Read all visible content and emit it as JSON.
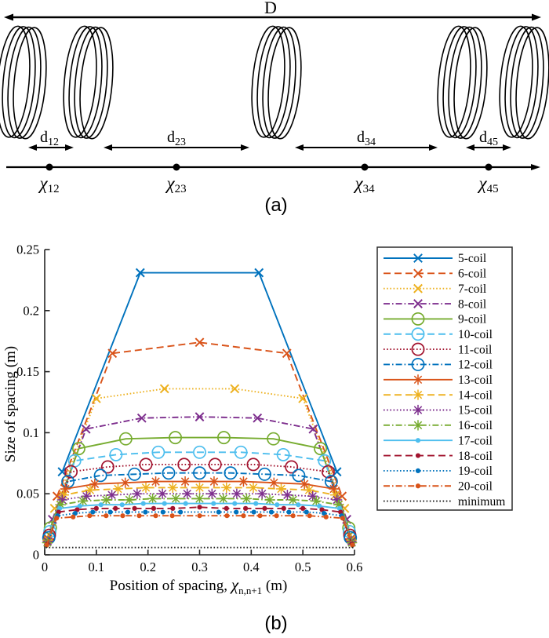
{
  "figure": {
    "panel_a": {
      "label": "(a)",
      "overall_length_label": "D",
      "spacing_arrows": [
        {
          "base": "d",
          "sub": "12"
        },
        {
          "base": "d",
          "sub": "23"
        },
        {
          "base": "d",
          "sub": "34"
        },
        {
          "base": "d",
          "sub": "45"
        }
      ],
      "position_markers": [
        {
          "base": "χ",
          "sub": "12"
        },
        {
          "base": "χ",
          "sub": "23"
        },
        {
          "base": "χ",
          "sub": "34"
        },
        {
          "base": "χ",
          "sub": "45"
        }
      ]
    },
    "panel_b": {
      "label": "(b)",
      "ylabel": "Size of spacing (m)",
      "xlabel_prefix": "Position of spacing, ",
      "xlabel_symbol": "χ",
      "xlabel_subscript": "n,n+1",
      "xlabel_suffix": " (m)"
    }
  },
  "chart_data": {
    "type": "line",
    "title": "",
    "xlabel": "Position of spacing, χ_{n,n+1} (m)",
    "ylabel": "Size of spacing (m)",
    "xlim": [
      0,
      0.6
    ],
    "ylim": [
      0,
      0.25
    ],
    "xticks": [
      0,
      0.1,
      0.2,
      0.3,
      0.4,
      0.5,
      0.6
    ],
    "yticks": [
      0,
      0.05,
      0.1,
      0.15,
      0.2,
      0.25
    ],
    "grid": false,
    "legend_position": "outside right",
    "axis_color": "#262626",
    "series": [
      {
        "name": "5-coil",
        "color": "#0072BD",
        "linestyle": "solid",
        "marker": "x",
        "points": [
          [
            0.034,
            0.068
          ],
          [
            0.185,
            0.231
          ],
          [
            0.415,
            0.231
          ],
          [
            0.566,
            0.068
          ]
        ]
      },
      {
        "name": "6-coil",
        "color": "#D95319",
        "linestyle": "dashed",
        "marker": "x",
        "points": [
          [
            0.024,
            0.048
          ],
          [
            0.131,
            0.165
          ],
          [
            0.3,
            0.174
          ],
          [
            0.469,
            0.165
          ],
          [
            0.576,
            0.048
          ]
        ]
      },
      {
        "name": "7-coil",
        "color": "#EDB120",
        "linestyle": "dotted",
        "marker": "x",
        "points": [
          [
            0.019,
            0.038
          ],
          [
            0.1,
            0.128
          ],
          [
            0.232,
            0.136
          ],
          [
            0.368,
            0.136
          ],
          [
            0.5,
            0.128
          ],
          [
            0.581,
            0.038
          ]
        ]
      },
      {
        "name": "8-coil",
        "color": "#7E2F8E",
        "linestyle": "dashdot",
        "marker": "x",
        "points": [
          [
            0.015,
            0.029
          ],
          [
            0.08,
            0.103
          ],
          [
            0.188,
            0.112
          ],
          [
            0.3,
            0.113
          ],
          [
            0.412,
            0.112
          ],
          [
            0.52,
            0.103
          ],
          [
            0.585,
            0.029
          ]
        ]
      },
      {
        "name": "9-coil",
        "color": "#77AC30",
        "linestyle": "solid",
        "marker": "o",
        "points": [
          [
            0.011,
            0.022
          ],
          [
            0.066,
            0.087
          ],
          [
            0.157,
            0.095
          ],
          [
            0.253,
            0.096
          ],
          [
            0.347,
            0.096
          ],
          [
            0.443,
            0.095
          ],
          [
            0.534,
            0.087
          ],
          [
            0.589,
            0.022
          ]
        ]
      },
      {
        "name": "10-coil",
        "color": "#4DBEEE",
        "linestyle": "dashed",
        "marker": "o",
        "points": [
          [
            0.01,
            0.019
          ],
          [
            0.058,
            0.077
          ],
          [
            0.138,
            0.082
          ],
          [
            0.22,
            0.084
          ],
          [
            0.3,
            0.084
          ],
          [
            0.38,
            0.084
          ],
          [
            0.462,
            0.082
          ],
          [
            0.542,
            0.077
          ],
          [
            0.59,
            0.019
          ]
        ]
      },
      {
        "name": "11-coil",
        "color": "#A2142F",
        "linestyle": "dotted",
        "marker": "o",
        "points": [
          [
            0.009,
            0.016
          ],
          [
            0.051,
            0.068
          ],
          [
            0.122,
            0.072
          ],
          [
            0.196,
            0.074
          ],
          [
            0.27,
            0.074
          ],
          [
            0.33,
            0.074
          ],
          [
            0.404,
            0.074
          ],
          [
            0.478,
            0.072
          ],
          [
            0.549,
            0.068
          ],
          [
            0.591,
            0.016
          ]
        ]
      },
      {
        "name": "12-coil",
        "color": "#0072BD",
        "linestyle": "dashdot",
        "marker": "o",
        "points": [
          [
            0.008,
            0.014
          ],
          [
            0.045,
            0.06
          ],
          [
            0.108,
            0.065
          ],
          [
            0.174,
            0.066
          ],
          [
            0.24,
            0.067
          ],
          [
            0.3,
            0.067
          ],
          [
            0.36,
            0.067
          ],
          [
            0.426,
            0.066
          ],
          [
            0.492,
            0.065
          ],
          [
            0.555,
            0.06
          ],
          [
            0.592,
            0.014
          ]
        ]
      },
      {
        "name": "13-coil",
        "color": "#D95319",
        "linestyle": "solid",
        "marker": "*",
        "points": [
          [
            0.007,
            0.013
          ],
          [
            0.04,
            0.054
          ],
          [
            0.097,
            0.058
          ],
          [
            0.156,
            0.059
          ],
          [
            0.215,
            0.06
          ],
          [
            0.272,
            0.06
          ],
          [
            0.328,
            0.06
          ],
          [
            0.385,
            0.06
          ],
          [
            0.444,
            0.059
          ],
          [
            0.503,
            0.058
          ],
          [
            0.56,
            0.054
          ],
          [
            0.593,
            0.013
          ]
        ]
      },
      {
        "name": "14-coil",
        "color": "#EDB120",
        "linestyle": "dashed",
        "marker": "*",
        "points": [
          [
            0.006,
            0.012
          ],
          [
            0.037,
            0.049
          ],
          [
            0.088,
            0.053
          ],
          [
            0.142,
            0.054
          ],
          [
            0.196,
            0.055
          ],
          [
            0.248,
            0.055
          ],
          [
            0.3,
            0.055
          ],
          [
            0.352,
            0.055
          ],
          [
            0.404,
            0.055
          ],
          [
            0.458,
            0.054
          ],
          [
            0.512,
            0.053
          ],
          [
            0.563,
            0.049
          ],
          [
            0.594,
            0.012
          ]
        ]
      },
      {
        "name": "15-coil",
        "color": "#7E2F8E",
        "linestyle": "dotted",
        "marker": "*",
        "points": [
          [
            0.006,
            0.011
          ],
          [
            0.034,
            0.045
          ],
          [
            0.081,
            0.048
          ],
          [
            0.13,
            0.049
          ],
          [
            0.179,
            0.05
          ],
          [
            0.228,
            0.05
          ],
          [
            0.276,
            0.05
          ],
          [
            0.324,
            0.05
          ],
          [
            0.372,
            0.05
          ],
          [
            0.421,
            0.05
          ],
          [
            0.47,
            0.049
          ],
          [
            0.519,
            0.048
          ],
          [
            0.566,
            0.045
          ],
          [
            0.594,
            0.011
          ]
        ]
      },
      {
        "name": "16-coil",
        "color": "#77AC30",
        "linestyle": "dashdot",
        "marker": "*",
        "points": [
          [
            0.005,
            0.01
          ],
          [
            0.031,
            0.041
          ],
          [
            0.074,
            0.044
          ],
          [
            0.119,
            0.045
          ],
          [
            0.164,
            0.045
          ],
          [
            0.209,
            0.046
          ],
          [
            0.254,
            0.046
          ],
          [
            0.3,
            0.046
          ],
          [
            0.346,
            0.046
          ],
          [
            0.391,
            0.046
          ],
          [
            0.436,
            0.045
          ],
          [
            0.481,
            0.045
          ],
          [
            0.526,
            0.044
          ],
          [
            0.569,
            0.041
          ],
          [
            0.595,
            0.01
          ]
        ]
      },
      {
        "name": "17-coil",
        "color": "#4DBEEE",
        "linestyle": "solid",
        "marker": ".",
        "points": [
          [
            0.005,
            0.009
          ],
          [
            0.029,
            0.038
          ],
          [
            0.068,
            0.04
          ],
          [
            0.109,
            0.041
          ],
          [
            0.15,
            0.041
          ],
          [
            0.191,
            0.042
          ],
          [
            0.232,
            0.042
          ],
          [
            0.273,
            0.042
          ],
          [
            0.327,
            0.042
          ],
          [
            0.368,
            0.042
          ],
          [
            0.409,
            0.042
          ],
          [
            0.45,
            0.041
          ],
          [
            0.491,
            0.041
          ],
          [
            0.532,
            0.04
          ],
          [
            0.571,
            0.038
          ],
          [
            0.595,
            0.009
          ]
        ]
      },
      {
        "name": "18-coil",
        "color": "#A2142F",
        "linestyle": "dashed",
        "marker": ".",
        "points": [
          [
            0.005,
            0.009
          ],
          [
            0.027,
            0.035
          ],
          [
            0.063,
            0.037
          ],
          [
            0.1,
            0.038
          ],
          [
            0.137,
            0.038
          ],
          [
            0.174,
            0.038
          ],
          [
            0.211,
            0.038
          ],
          [
            0.248,
            0.038
          ],
          [
            0.3,
            0.039
          ],
          [
            0.352,
            0.038
          ],
          [
            0.389,
            0.038
          ],
          [
            0.426,
            0.038
          ],
          [
            0.463,
            0.038
          ],
          [
            0.5,
            0.038
          ],
          [
            0.537,
            0.037
          ],
          [
            0.573,
            0.035
          ],
          [
            0.595,
            0.009
          ]
        ]
      },
      {
        "name": "19-coil",
        "color": "#0072BD",
        "linestyle": "dotted",
        "marker": ".",
        "points": [
          [
            0.004,
            0.008
          ],
          [
            0.025,
            0.032
          ],
          [
            0.059,
            0.034
          ],
          [
            0.093,
            0.035
          ],
          [
            0.127,
            0.035
          ],
          [
            0.161,
            0.035
          ],
          [
            0.195,
            0.035
          ],
          [
            0.229,
            0.035
          ],
          [
            0.263,
            0.035
          ],
          [
            0.337,
            0.035
          ],
          [
            0.371,
            0.035
          ],
          [
            0.405,
            0.035
          ],
          [
            0.439,
            0.035
          ],
          [
            0.473,
            0.035
          ],
          [
            0.507,
            0.035
          ],
          [
            0.541,
            0.034
          ],
          [
            0.575,
            0.032
          ],
          [
            0.596,
            0.008
          ]
        ]
      },
      {
        "name": "20-coil",
        "color": "#D95319",
        "linestyle": "dashdot",
        "marker": ".",
        "points": [
          [
            0.004,
            0.008
          ],
          [
            0.023,
            0.03
          ],
          [
            0.055,
            0.031
          ],
          [
            0.087,
            0.032
          ],
          [
            0.119,
            0.032
          ],
          [
            0.151,
            0.032
          ],
          [
            0.183,
            0.032
          ],
          [
            0.215,
            0.032
          ],
          [
            0.247,
            0.032
          ],
          [
            0.3,
            0.032
          ],
          [
            0.353,
            0.032
          ],
          [
            0.385,
            0.032
          ],
          [
            0.417,
            0.032
          ],
          [
            0.449,
            0.032
          ],
          [
            0.481,
            0.032
          ],
          [
            0.513,
            0.032
          ],
          [
            0.545,
            0.031
          ],
          [
            0.577,
            0.03
          ],
          [
            0.596,
            0.008
          ]
        ]
      },
      {
        "name": "minimum",
        "color": "#1a1a1a",
        "linestyle": "dotted",
        "marker": "none",
        "points": [
          [
            0.002,
            0.006
          ],
          [
            0.598,
            0.006
          ]
        ]
      }
    ]
  }
}
